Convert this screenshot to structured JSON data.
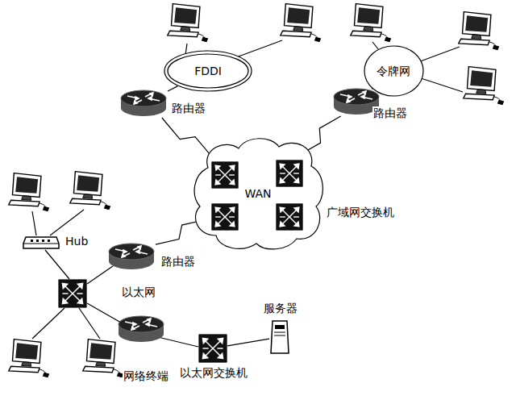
{
  "diagram": {
    "nodes": [
      {
        "text": [
          "FDDI"
        ]
      },
      {
        "text": [
          "令牌网"
        ]
      },
      {
        "text": [
          "路由器"
        ]
      },
      {
        "text": [
          "路由器"
        ]
      },
      {
        "text": [
          "WAN"
        ]
      },
      {
        "text": [
          "路由器"
        ]
      },
      {
        "text": [
          "Hub"
        ]
      },
      {
        "text": [
          "服务器"
        ]
      },
      {
        "text": [
          "以太网交换机"
        ]
      },
      {
        "text": [
          "网络终端"
        ]
      }
    ],
    "edges": [
      {
        "from": 2,
        "to": 0,
        "arrow": "none"
      },
      {
        "from": 3,
        "to": 1,
        "arrow": "none"
      },
      {
        "from": 2,
        "to": 4,
        "arrow": "none"
      },
      {
        "from": 3,
        "to": 4,
        "arrow": "none"
      },
      {
        "from": 5,
        "to": 4,
        "arrow": "none"
      },
      {
        "from": 8,
        "to": 7,
        "arrow": "none"
      }
    ],
    "labels": [
      "广域网交换机",
      "以太网"
    ]
  }
}
